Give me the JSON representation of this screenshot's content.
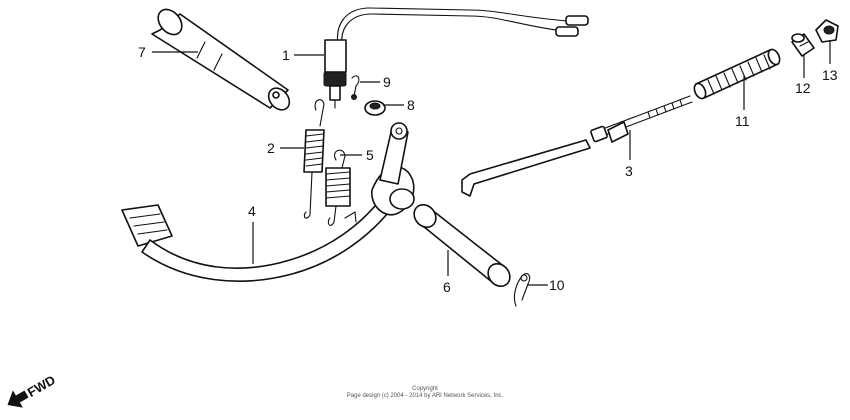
{
  "callouts": [
    "1",
    "2",
    "3",
    "4",
    "5",
    "6",
    "7",
    "8",
    "9",
    "10",
    "11",
    "12",
    "13"
  ],
  "direction_label": "FWD",
  "copyright": {
    "line1": "Copyright",
    "line2": "Page design (c) 2004 - 2014 by ARI Network Services, Inc."
  }
}
